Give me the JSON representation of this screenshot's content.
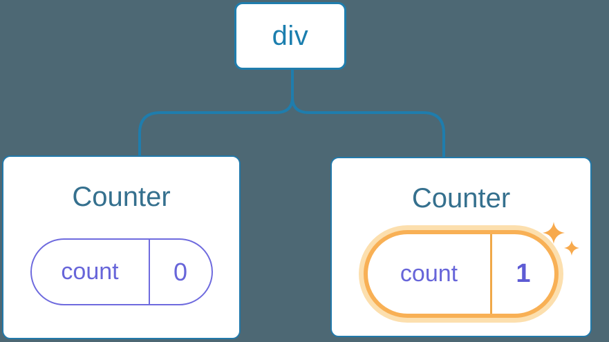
{
  "diagram": {
    "description": "React component tree: a div root with two Counter children, each holding a count state pill; the second Counter's state changed to 1 and is highlighted",
    "background_color": "#4d6874",
    "root": {
      "label": "div"
    },
    "children": [
      {
        "title": "Counter",
        "state": {
          "key": "count",
          "value": "0"
        },
        "highlighted": false
      },
      {
        "title": "Counter",
        "state": {
          "key": "count",
          "value": "1"
        },
        "highlighted": true,
        "badge": "sparkles"
      }
    ],
    "colors": {
      "connector_blue": "#1f7dad",
      "root_label_blue": "#1b7eae",
      "card_title_blue": "#35708e",
      "card_border_blue": "#2279aa",
      "state_text_purple": "#6765d9",
      "state_border_purple": "#6e6ade",
      "state_value_bold_purple": "#5d5bd4",
      "highlight_ring_orange": "#f8b055",
      "highlight_glow_orange": "#fcdfae",
      "highlight_divider_orange": "#f0a848",
      "sparkle_orange": "#f7a94c",
      "card_background": "#ffffff"
    }
  }
}
